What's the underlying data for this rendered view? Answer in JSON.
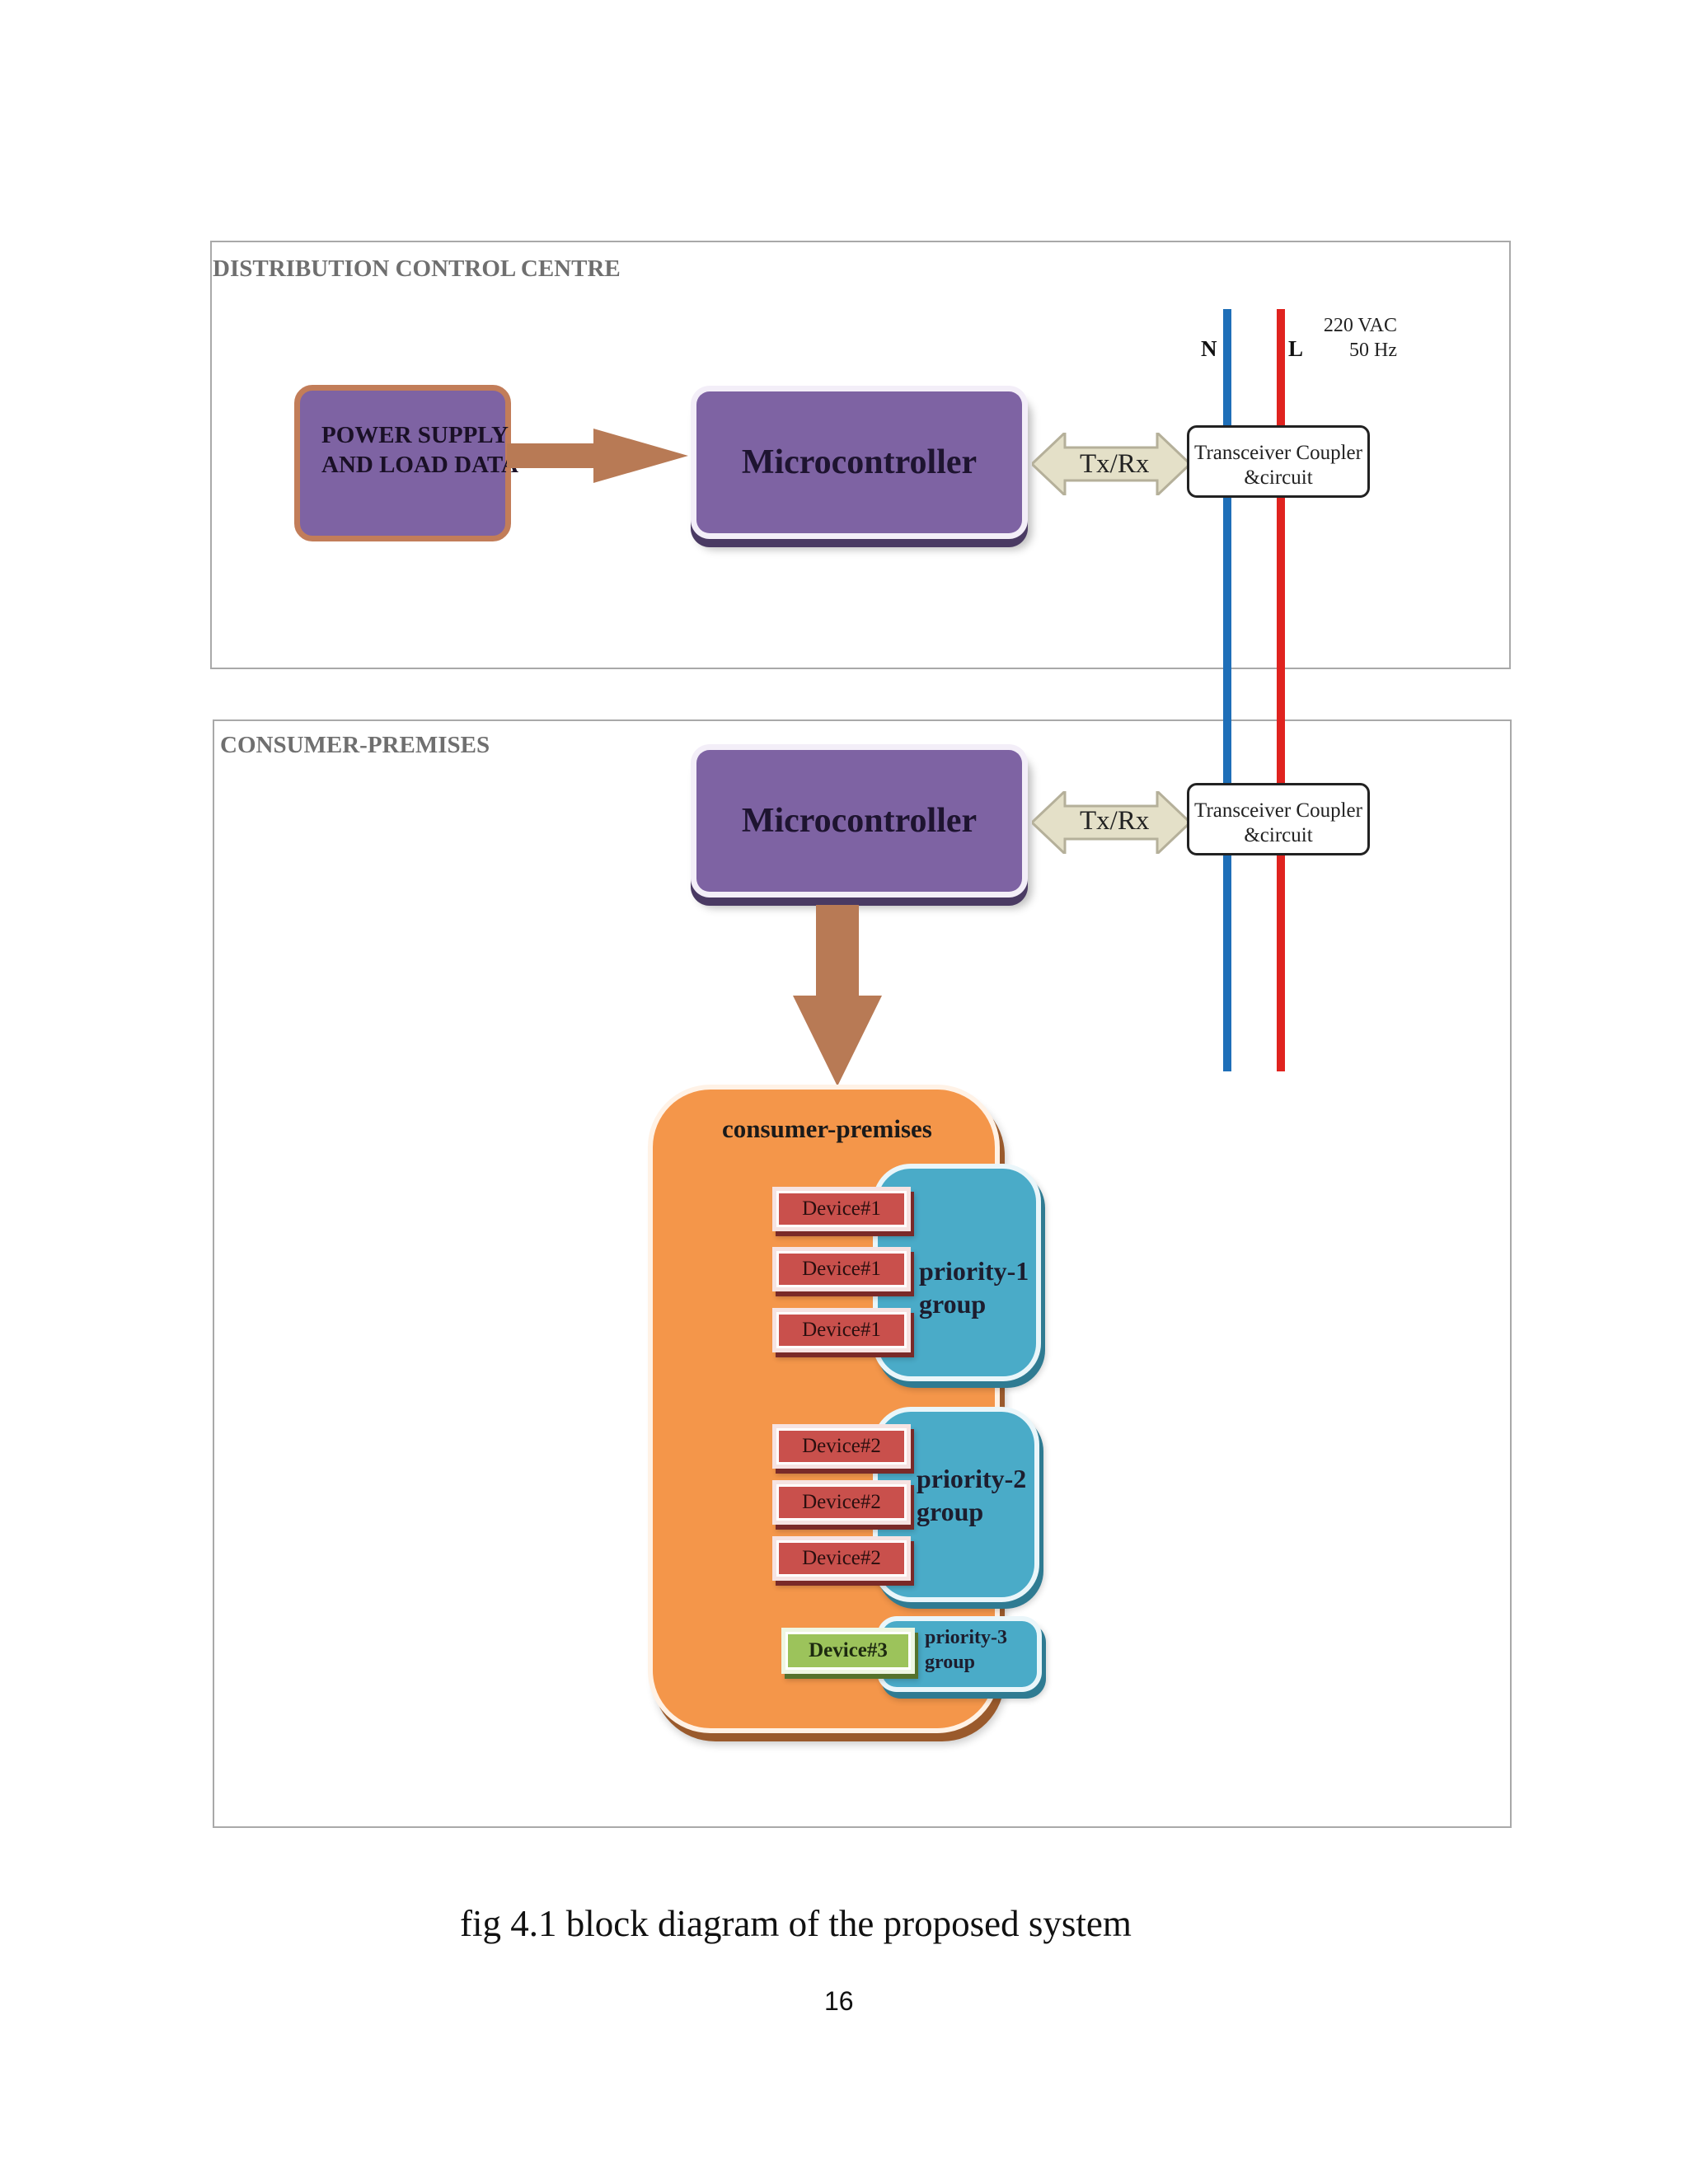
{
  "dcc": {
    "title": "DISTRIBUTION CONTROL CENTRE",
    "power_supply": {
      "line1": "POWER SUPPLY",
      "line2": "AND LOAD DATA"
    },
    "microcontroller": "Microcontroller",
    "txrx": "Tx/Rx",
    "coupler": {
      "line1": "Transceiver Coupler",
      "line2": "&circuit"
    }
  },
  "power_line": {
    "neutral": "N",
    "live": "L",
    "voltage": "220 VAC",
    "frequency": "50 Hz",
    "neutral_color": "#1f6fb8",
    "live_color": "#e0231f"
  },
  "consumer": {
    "title": "CONSUMER-PREMISES",
    "microcontroller": "Microcontroller",
    "txrx": "Tx/Rx",
    "coupler": {
      "line1": "Transceiver Coupler",
      "line2": "&circuit"
    },
    "premises_title": "consumer-premises",
    "groups": [
      {
        "line1": "priority-1",
        "line2": "group",
        "devices": [
          "Device#1",
          "Device#1",
          "Device#1"
        ]
      },
      {
        "line1": "priority-2",
        "line2": "group",
        "devices": [
          "Device#2",
          "Device#2",
          "Device#2"
        ]
      },
      {
        "line1": "priority-3",
        "line2": "group",
        "devices": [
          "Device#3"
        ]
      }
    ]
  },
  "caption": "fig 4.1 block diagram of the proposed system",
  "page_number": "16"
}
